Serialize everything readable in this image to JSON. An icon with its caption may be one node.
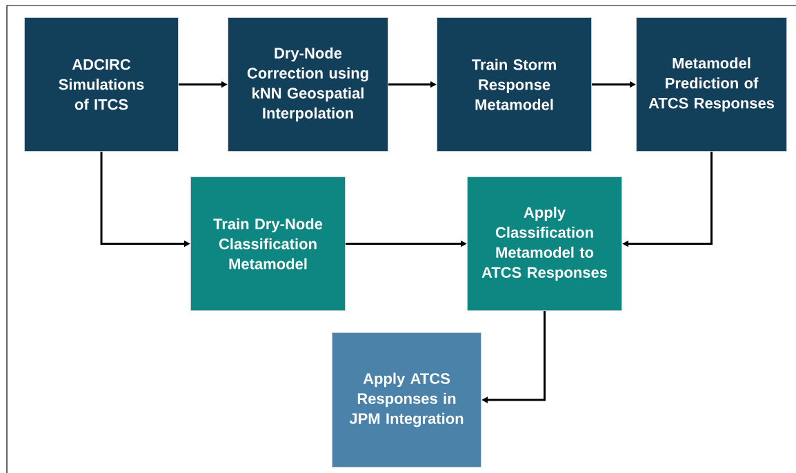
{
  "diagram": {
    "nodes": [
      {
        "text": [
          "ADCIRC Simulations of ITCS"
        ]
      },
      {
        "text": [
          "Dry-Node Correction using kNN Geospatial Interpolation"
        ]
      },
      {
        "text": [
          "Train Storm Response Metamodel"
        ]
      },
      {
        "text": [
          "Metamodel Prediction of ATCS Responses"
        ]
      },
      {
        "text": [
          "Train Dry-Node Classification Metamodel"
        ]
      },
      {
        "text": [
          "Apply Classification Metamodel to ATCS Responses"
        ]
      },
      {
        "text": [
          "Apply ATCS Responses in JPM Integration"
        ]
      }
    ],
    "edges": [
      {
        "from": 0,
        "to": 1,
        "arrow": "to"
      },
      {
        "from": 1,
        "to": 2,
        "arrow": "to"
      },
      {
        "from": 2,
        "to": 3,
        "arrow": "to"
      },
      {
        "from": 0,
        "to": 4,
        "arrow": "to"
      },
      {
        "from": 4,
        "to": 5,
        "arrow": "to"
      },
      {
        "from": 3,
        "to": 5,
        "arrow": "to"
      },
      {
        "from": 5,
        "to": 6,
        "arrow": "to"
      }
    ]
  }
}
